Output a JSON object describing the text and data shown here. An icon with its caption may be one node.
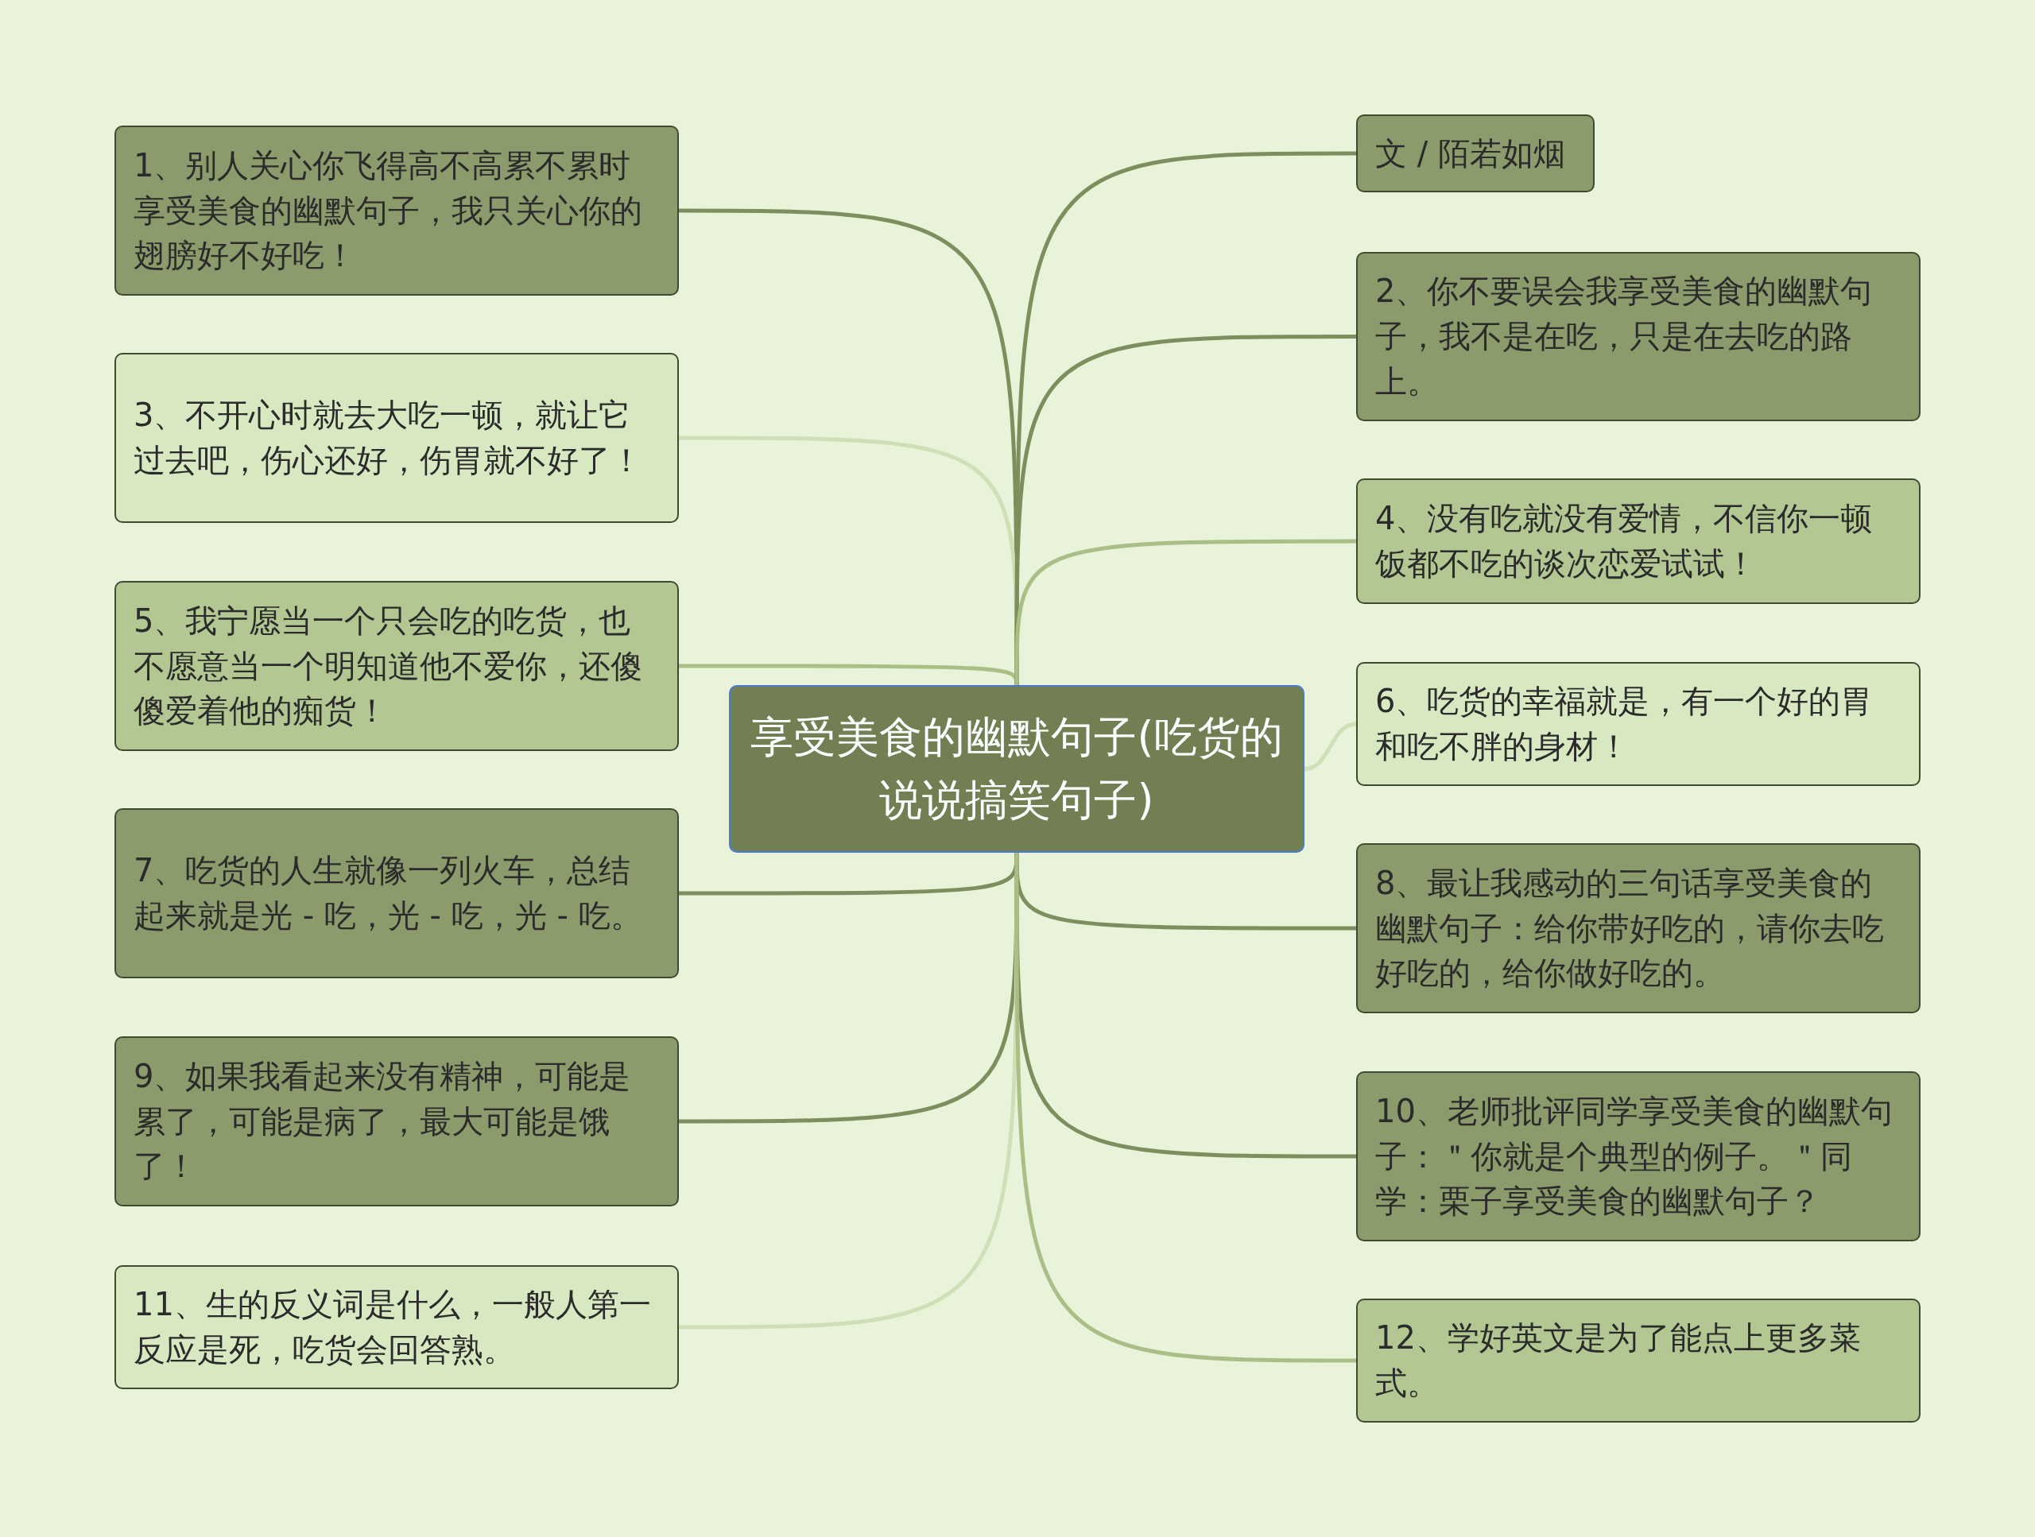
{
  "diagram": {
    "nodes": [
      {
        "text": [
          "享受美食的幽默句子(吃货的说说搞笑句子)"
        ]
      },
      {
        "text": [
          "1、别人关心你飞得高不高累不累时享受美食的幽默句子，我只关心你的翅膀好不好吃！"
        ]
      },
      {
        "text": [
          "3、不开心时就去大吃一顿，就让它过去吧，伤心还好，伤胃就不好了！"
        ]
      },
      {
        "text": [
          "5、我宁愿当一个只会吃的吃货，也不愿意当一个明知道他不爱你，还傻傻爱着他的痴货！"
        ]
      },
      {
        "text": [
          "7、吃货的人生就像一列火车，总结起来就是光 - 吃，光 - 吃，光 - 吃。"
        ]
      },
      {
        "text": [
          "9、如果我看起来没有精神，可能是累了，可能是病了，最大可能是饿了！"
        ]
      },
      {
        "text": [
          "11、生的反义词是什么，一般人第一反应是死，吃货会回答熟。"
        ]
      },
      {
        "text": [
          "文 / 陌若如烟"
        ]
      },
      {
        "text": [
          "2、你不要误会我享受美食的幽默句子，我不是在吃，只是在去吃的路上。"
        ]
      },
      {
        "text": [
          "4、没有吃就没有爱情，不信你一顿饭都不吃的谈次恋爱试试！"
        ]
      },
      {
        "text": [
          "6、吃货的幸福就是，有一个好的胃和吃不胖的身材！"
        ]
      },
      {
        "text": [
          "8、最让我感动的三句话享受美食的幽默句子：给你带好吃的，请你去吃好吃的，给你做好吃的。"
        ]
      },
      {
        "text": [
          "10、老师批评同学享受美食的幽默句子：＂你就是个典型的例子。＂同学：栗子享受美食的幽默句子？"
        ]
      },
      {
        "text": [
          "12、学好英文是为了能点上更多菜式。"
        ]
      }
    ],
    "edges": [
      {
        "from": 0,
        "to": 1,
        "arrow": "none"
      },
      {
        "from": 0,
        "to": 2,
        "arrow": "none",
        "color": "#cfe0b6"
      },
      {
        "from": 0,
        "to": 3,
        "arrow": "none",
        "color": "#a9bf86"
      },
      {
        "from": 0,
        "to": 4,
        "arrow": "none"
      },
      {
        "from": 0,
        "to": 5,
        "arrow": "none"
      },
      {
        "from": 0,
        "to": 6,
        "arrow": "none",
        "color": "#cfe0b6"
      },
      {
        "from": 0,
        "to": 7,
        "arrow": "none"
      },
      {
        "from": 0,
        "to": 8,
        "arrow": "none"
      },
      {
        "from": 0,
        "to": 9,
        "arrow": "none",
        "color": "#a9bf86"
      },
      {
        "from": 0,
        "to": 10,
        "arrow": "none",
        "color": "#cfe0b6"
      },
      {
        "from": 0,
        "to": 11,
        "arrow": "none"
      },
      {
        "from": 0,
        "to": 12,
        "arrow": "none"
      },
      {
        "from": 0,
        "to": 13,
        "arrow": "none",
        "color": "#a9bf86"
      }
    ]
  }
}
